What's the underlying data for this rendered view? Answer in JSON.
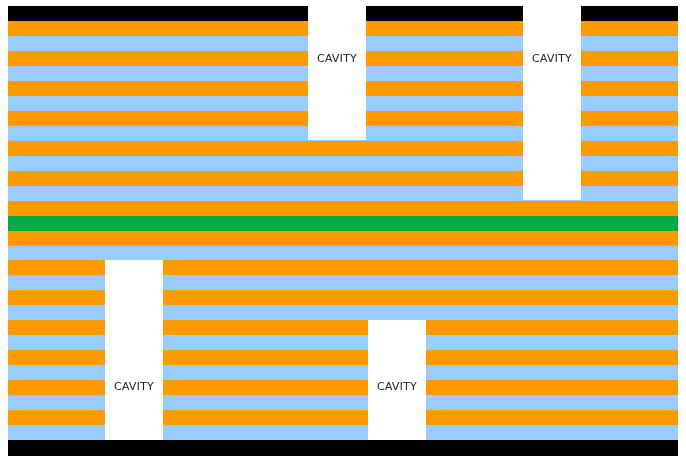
{
  "colors": {
    "outer_layer": "#000000",
    "prepreg": "#ff9900",
    "core": "#99ccff",
    "center_layer": "#00aa44",
    "cavity": "#ffffff"
  },
  "stack": {
    "layer_sequence": [
      "outer_layer",
      "prepreg",
      "core",
      "prepreg",
      "core",
      "prepreg",
      "core",
      "prepreg",
      "core",
      "prepreg",
      "core",
      "prepreg",
      "core",
      "prepreg",
      "center_layer",
      "prepreg",
      "core",
      "prepreg",
      "core",
      "prepreg",
      "core",
      "prepreg",
      "core",
      "prepreg",
      "core",
      "prepreg",
      "core",
      "prepreg",
      "core",
      "outer_layer"
    ]
  },
  "cavities": [
    {
      "label": "CAVITY"
    },
    {
      "label": "CAVITY"
    },
    {
      "label": "CAVITY"
    },
    {
      "label": "CAVITY"
    }
  ]
}
